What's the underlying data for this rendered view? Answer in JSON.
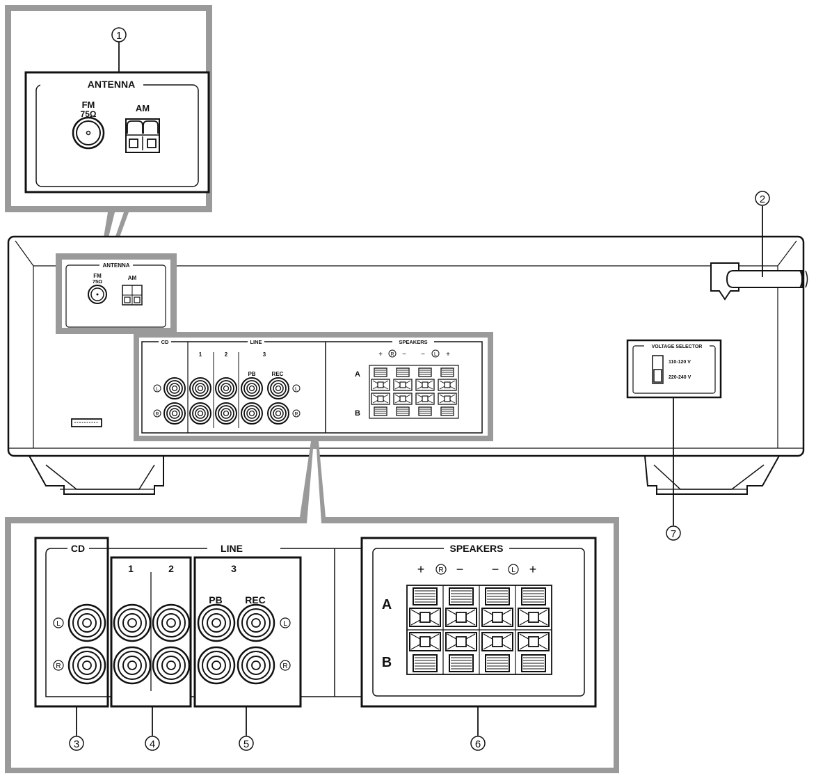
{
  "callouts": [
    "1",
    "2",
    "3",
    "4",
    "5",
    "6",
    "7"
  ],
  "antenna": {
    "title": "ANTENNA",
    "fm": "FM",
    "fm_ohm": "75Ω",
    "am": "AM"
  },
  "line_section": {
    "cd": "CD",
    "line": "LINE",
    "line1": "1",
    "line2": "2",
    "line3": "3",
    "pb": "PB",
    "rec": "REC",
    "left": "L",
    "right": "R"
  },
  "speakers": {
    "title": "SPEAKERS",
    "plus": "+",
    "minus": "−",
    "right": "R",
    "left": "L",
    "a": "A",
    "b": "B"
  },
  "voltage": {
    "title": "VOLTAGE SELECTOR",
    "v1": "110-120 V",
    "v2": "220-240 V"
  },
  "colors": {
    "highlight_frame": "#9a9a9a",
    "line": "#111111",
    "background": "#ffffff"
  }
}
